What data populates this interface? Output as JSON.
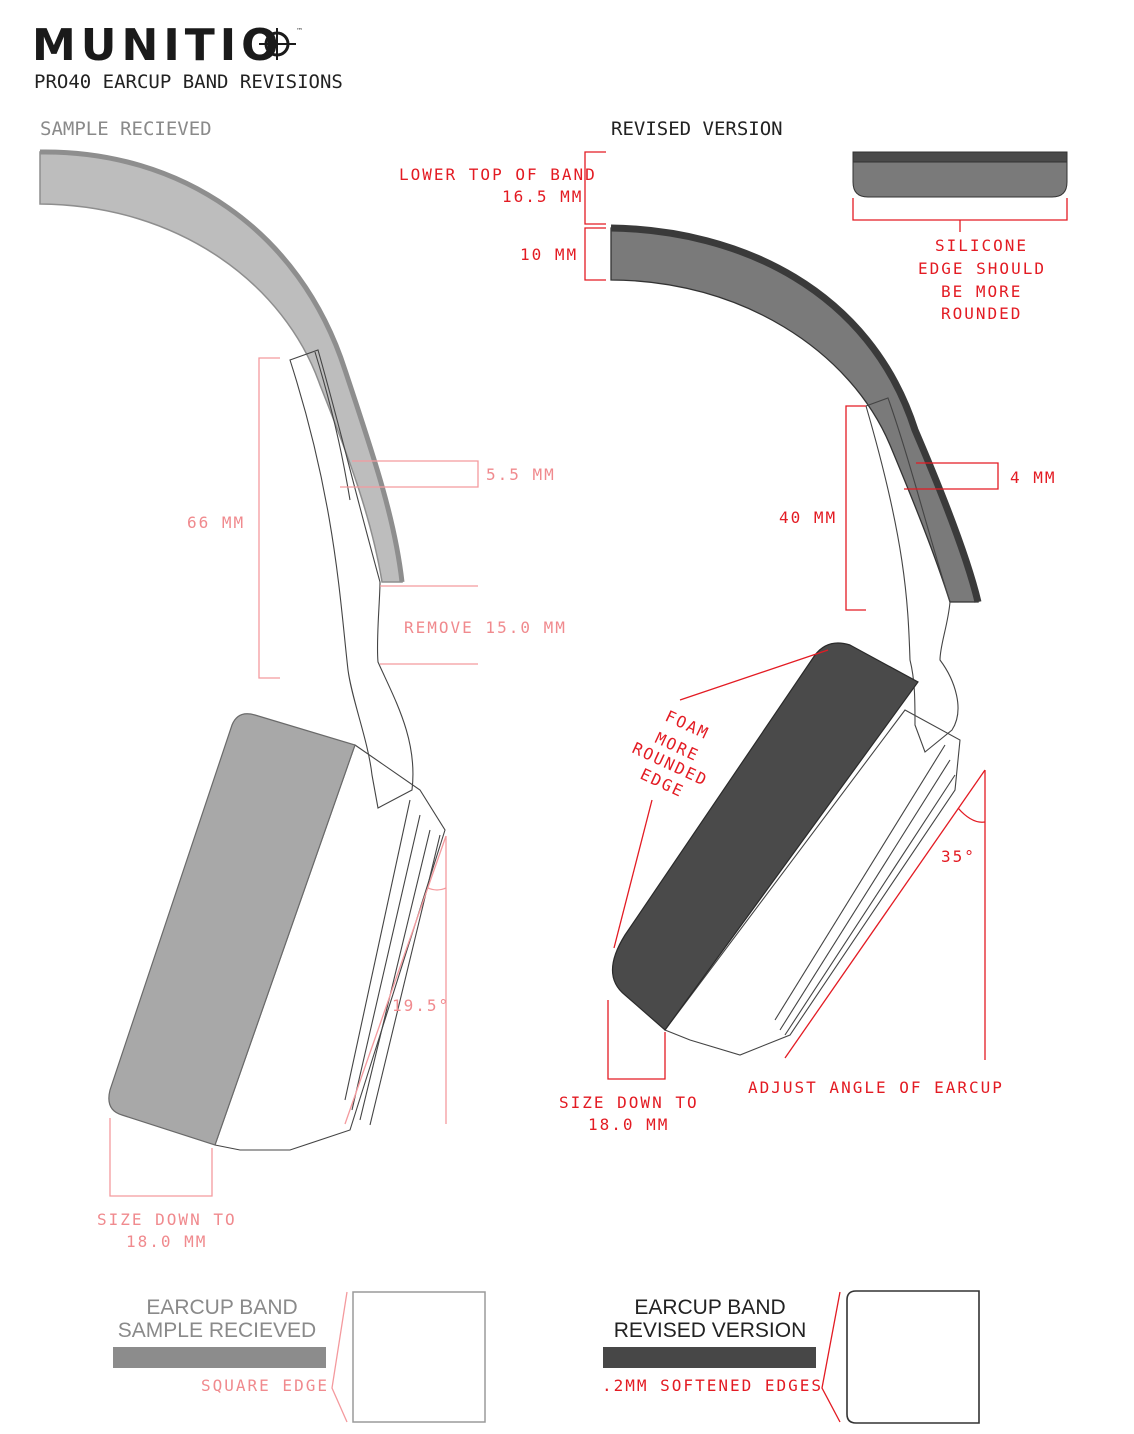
{
  "brand": {
    "name": "MUNITIO",
    "tm": "™"
  },
  "subtitle": "PRO40 EARCUP BAND REVISIONS",
  "left": {
    "header": "SAMPLE RECIEVED",
    "dim_66": "66 MM",
    "dim_55": "5.5 MM",
    "remove": "REMOVE 15.0 MM",
    "angle": "19.5°",
    "size_down": [
      "SIZE DOWN TO",
      "18.0 MM"
    ]
  },
  "right": {
    "header": "REVISED VERSION",
    "lower_top": [
      "LOWER TOP OF BAND",
      "16.5 MM"
    ],
    "dim_10": "10 MM",
    "silicone": [
      "SILICONE",
      "EDGE SHOULD",
      "BE MORE",
      "ROUNDED"
    ],
    "dim_4": "4 MM",
    "dim_40": "40 MM",
    "foam": [
      "FOAM",
      "MORE",
      "ROUNDED",
      "EDGE"
    ],
    "angle": "35°",
    "adjust": "ADJUST ANGLE OF EARCUP",
    "size_down": [
      "SIZE DOWN TO",
      "18.0 MM"
    ]
  },
  "bottom": {
    "left_title": [
      "EARCUP BAND",
      "SAMPLE RECIEVED"
    ],
    "left_note": "SQUARE EDGE",
    "right_title": [
      "EARCUP BAND",
      "REVISED VERSION"
    ],
    "right_note": ".2MM SOFTENED EDGES"
  },
  "colors": {
    "accent_red": "#e31b23",
    "light_red": "#f08a8e",
    "band_light": "#bdbdbd",
    "band_dark": "#7a7a7a",
    "cushion_light": "#a8a8a8",
    "cushion_dark": "#4a4a4a"
  }
}
